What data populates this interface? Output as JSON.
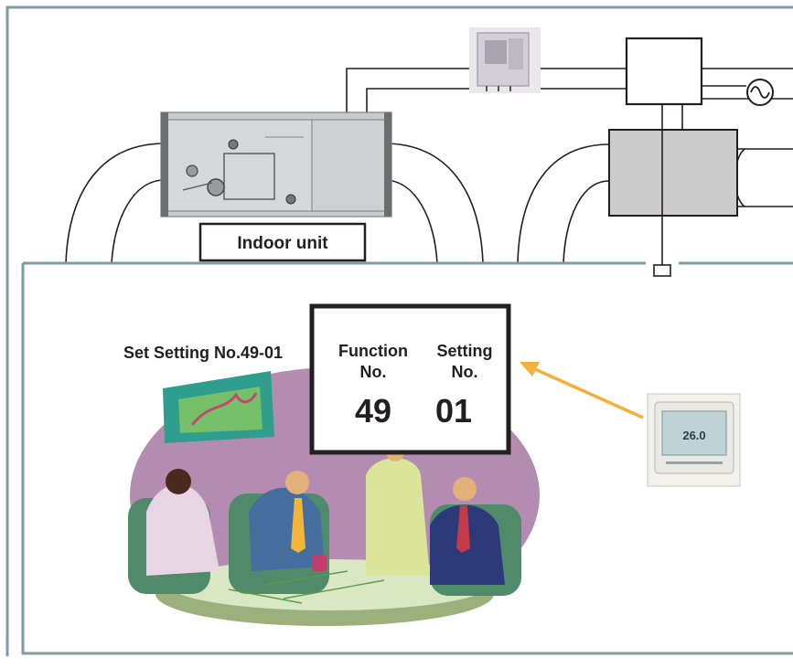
{
  "indoor_unit_label": "Indoor unit",
  "setting_instruction": "Set Setting No.49-01",
  "display": {
    "function_header_line1": "Function",
    "function_header_line2": "No.",
    "setting_header_line1": "Setting",
    "setting_header_line2": "No.",
    "function_value": "49",
    "setting_value": "01"
  },
  "remote_controller": {
    "screen_reading": "26.0"
  },
  "colors": {
    "frame": "#7f9ba3",
    "arrow": "#f3b03d",
    "unit_gray": "#cccccc",
    "backdrop": "#b48cb2"
  },
  "icons": {
    "relay": "relay-icon",
    "ac_power": "ac-source-icon",
    "remote": "remote-controller-icon"
  }
}
